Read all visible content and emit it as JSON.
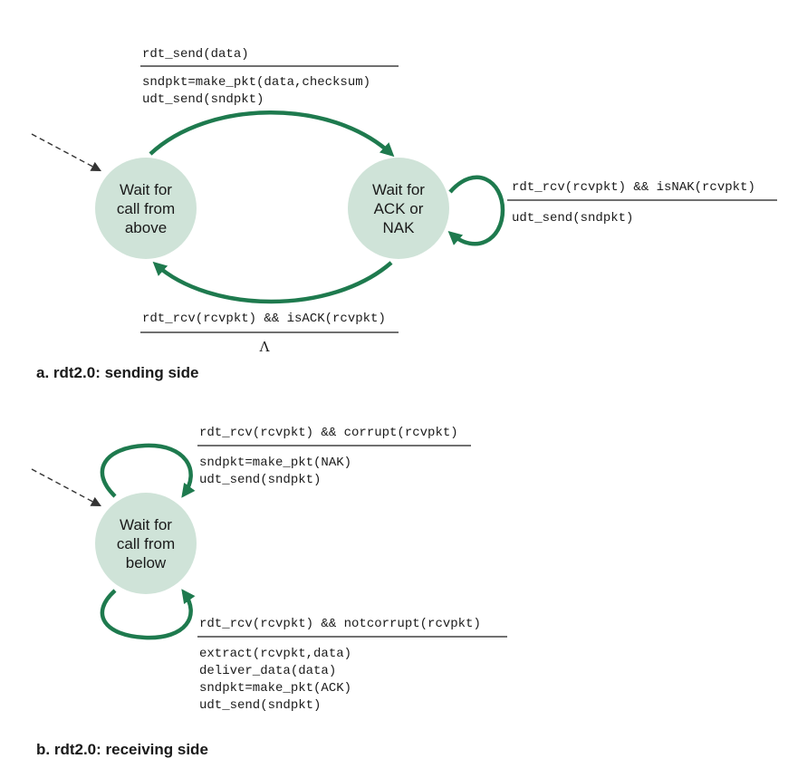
{
  "sending": {
    "caption": "a. rdt2.0: sending side",
    "states": {
      "wait_call_above": [
        "Wait for",
        "call from",
        "above"
      ],
      "wait_ack_nak": [
        "Wait for",
        "ACK or",
        "NAK"
      ]
    },
    "transitions": {
      "send": {
        "event": "rdt_send(data)",
        "actions": [
          "sndpkt=make_pkt(data,checksum)",
          "udt_send(sndpkt)"
        ]
      },
      "nak": {
        "event": "rdt_rcv(rcvpkt) && isNAK(rcvpkt)",
        "actions": [
          "udt_send(sndpkt)"
        ]
      },
      "ack": {
        "event": "rdt_rcv(rcvpkt) && isACK(rcvpkt)",
        "actions": [
          "Λ"
        ]
      }
    }
  },
  "receiving": {
    "caption": "b. rdt2.0: receiving side",
    "states": {
      "wait_call_below": [
        "Wait for",
        "call from",
        "below"
      ]
    },
    "transitions": {
      "corrupt": {
        "event": "rdt_rcv(rcvpkt) && corrupt(rcvpkt)",
        "actions": [
          "sndpkt=make_pkt(NAK)",
          "udt_send(sndpkt)"
        ]
      },
      "notcorrupt": {
        "event": "rdt_rcv(rcvpkt) && notcorrupt(rcvpkt)",
        "actions": [
          "extract(rcvpkt,data)",
          "deliver_data(data)",
          "sndpkt=make_pkt(ACK)",
          "udt_send(sndpkt)"
        ]
      }
    }
  },
  "colors": {
    "arrow": "#1e7a4e",
    "state_fill": "#cfe3d8",
    "text": "#1a1a1a"
  }
}
